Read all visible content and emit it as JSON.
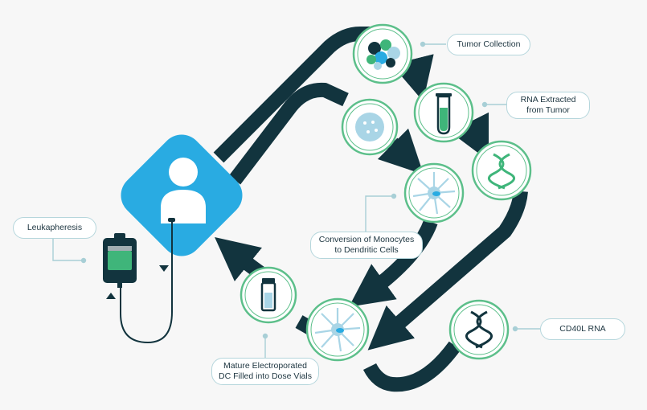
{
  "labels": {
    "tumor_collection": "Tumor Collection",
    "rna_extracted_line1": "RNA Extracted",
    "rna_extracted_line2": "from Tumor",
    "conversion_line1": "Conversion of Monocytes",
    "conversion_line2": "to Dendritic Cells",
    "leukapheresis": "Leukapheresis",
    "mature_line1": "Mature Electroporated",
    "mature_line2": "DC Filled into Dose Vials",
    "cd40l_rna": "CD40L RNA"
  },
  "colors": {
    "background": "#f7f7f7",
    "path": "#12343e",
    "patient_tile": "#29abe2",
    "circle_ring": "#5cbf8a",
    "green": "#3fb57a",
    "light_blue": "#a9d5e6",
    "label_border": "#b5d6dc",
    "connector": "#a8cfd6"
  },
  "icons": {
    "patient": "patient-icon",
    "tumor": "tumor-cells-icon",
    "test_tube": "test-tube-icon",
    "monocyte": "monocyte-icon",
    "dna_rna": "dna-icon",
    "dendritic_cell": "dendritic-cell-icon",
    "dose_vial": "dose-vial-icon",
    "iv_bag": "iv-bag-icon"
  }
}
